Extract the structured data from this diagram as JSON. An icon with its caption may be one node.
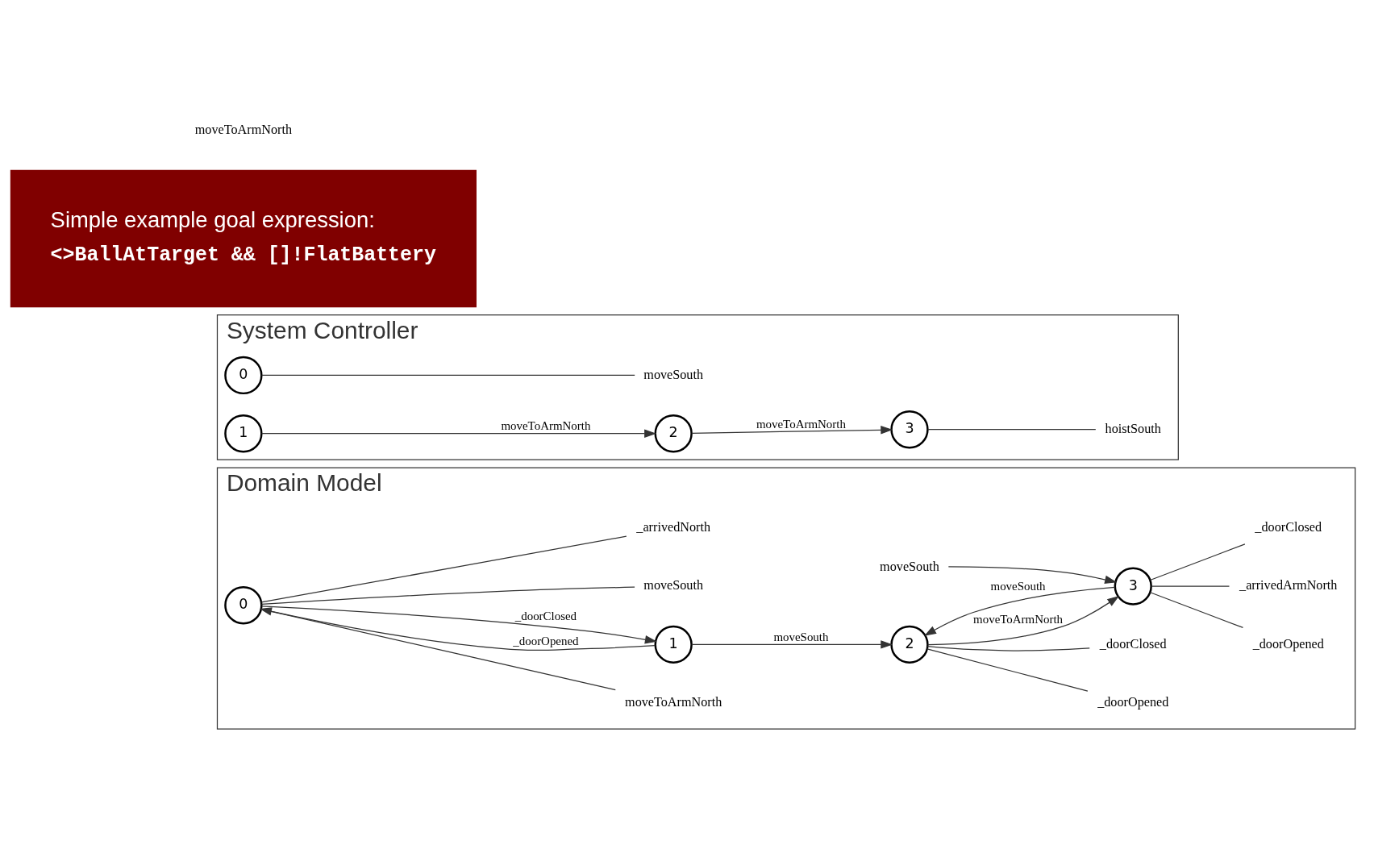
{
  "diagram": {
    "nodes": [
      {
        "text": [
          "Domain Model"
        ]
      },
      {
        "text": [
          "0"
        ],
        "in": 0
      },
      {
        "text": [
          "1"
        ],
        "in": 0
      },
      {
        "text": [
          "2"
        ],
        "in": 0
      },
      {
        "text": [
          "3"
        ],
        "in": 0
      },
      {
        "text": [
          "moveToArmNorth"
        ],
        "in": 0
      },
      {
        "text": [
          "moveSouth"
        ],
        "in": 0
      },
      {
        "text": [
          "_doorOpened"
        ],
        "in": 0
      },
      {
        "text": [
          "_doorOpened"
        ],
        "in": 0
      },
      {
        "text": [
          "_arrivedArmNorth"
        ],
        "in": 0
      },
      {
        "text": [
          "moveSouth"
        ],
        "in": 0
      },
      {
        "text": [
          "_doorClosed"
        ],
        "in": 0
      },
      {
        "text": [
          "_doorClosed"
        ],
        "in": 0
      },
      {
        "text": [
          "_arrivedNorth"
        ],
        "in": 0
      },
      {
        "text": [
          "System Controller"
        ]
      },
      {
        "text": [
          "0"
        ],
        "in": 14
      },
      {
        "text": [
          "1"
        ],
        "in": 14
      },
      {
        "text": [
          "2"
        ],
        "in": 14
      },
      {
        "text": [
          "3"
        ],
        "in": 14
      },
      {
        "text": [
          "moveSouth"
        ],
        "in": 14
      },
      {
        "text": [
          "hoistSouth"
        ],
        "in": 14
      },
      {
        "text": [
          "Simple example goal expression:",
          "<>BallAtTarget && []!FlatBattery"
        ]
      }
    ],
    "edges": [
      {
        "from": 1,
        "to": 2,
        "arrow": "to",
        "label": "_doorClosed"
      },
      {
        "from": 2,
        "to": 1,
        "arrow": "to",
        "label": "_doorOpened"
      },
      {
        "from": 2,
        "to": 3,
        "arrow": "to",
        "label": "moveSouth"
      },
      {
        "from": 3,
        "to": 4,
        "arrow": "to",
        "label": "moveToArmNorth"
      },
      {
        "from": 4,
        "to": 3,
        "arrow": "to",
        "label": "moveSouth"
      },
      {
        "from": 1,
        "to": 5,
        "arrow": "none"
      },
      {
        "from": 1,
        "to": 6,
        "arrow": "none"
      },
      {
        "from": 3,
        "to": 7,
        "arrow": "none"
      },
      {
        "from": 4,
        "to": 8,
        "arrow": "none"
      },
      {
        "from": 4,
        "to": 9,
        "arrow": "none"
      },
      {
        "from": 10,
        "to": 4,
        "arrow": "to"
      },
      {
        "from": 4,
        "to": 11,
        "arrow": "none"
      },
      {
        "from": 3,
        "to": 12,
        "arrow": "none"
      },
      {
        "from": 1,
        "to": 13,
        "arrow": "none"
      },
      {
        "from": 15,
        "to": 19,
        "arrow": "none"
      },
      {
        "from": 16,
        "to": 17,
        "arrow": "to",
        "label": "moveToArmNorth"
      },
      {
        "from": 17,
        "to": 18,
        "arrow": "to",
        "label": "moveToArmNorth"
      },
      {
        "from": 18,
        "to": 20,
        "arrow": "none"
      }
    ],
    "labels": [
      "moveToArmNorth"
    ]
  }
}
